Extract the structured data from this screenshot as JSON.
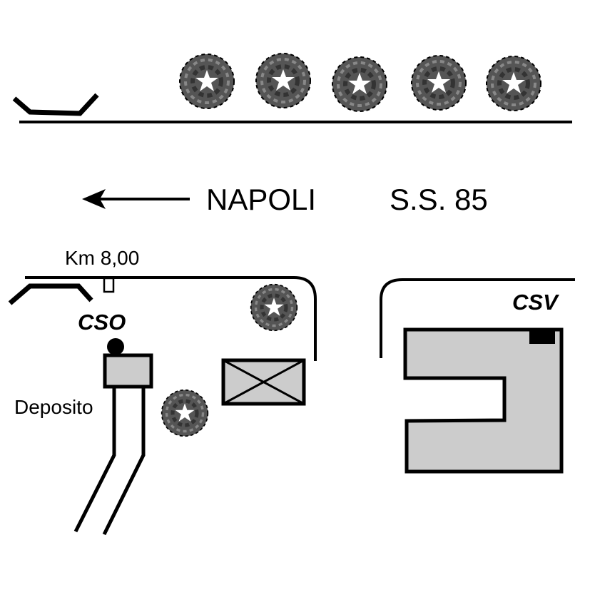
{
  "map": {
    "direction_label": "NAPOLI",
    "road_label": "S.S. 85",
    "km_marker": "Km 8,00",
    "left_site_label": "CSO",
    "right_site_label": "CSV",
    "deposit_label": "Deposito"
  },
  "colors": {
    "ink": "#000000",
    "building_fill": "#cccccc",
    "tree_fill": "#555555",
    "background": "#ffffff"
  },
  "icons": [
    "tree-icon",
    "arrow-left-icon",
    "storage-x-icon",
    "point-marker-icon"
  ]
}
